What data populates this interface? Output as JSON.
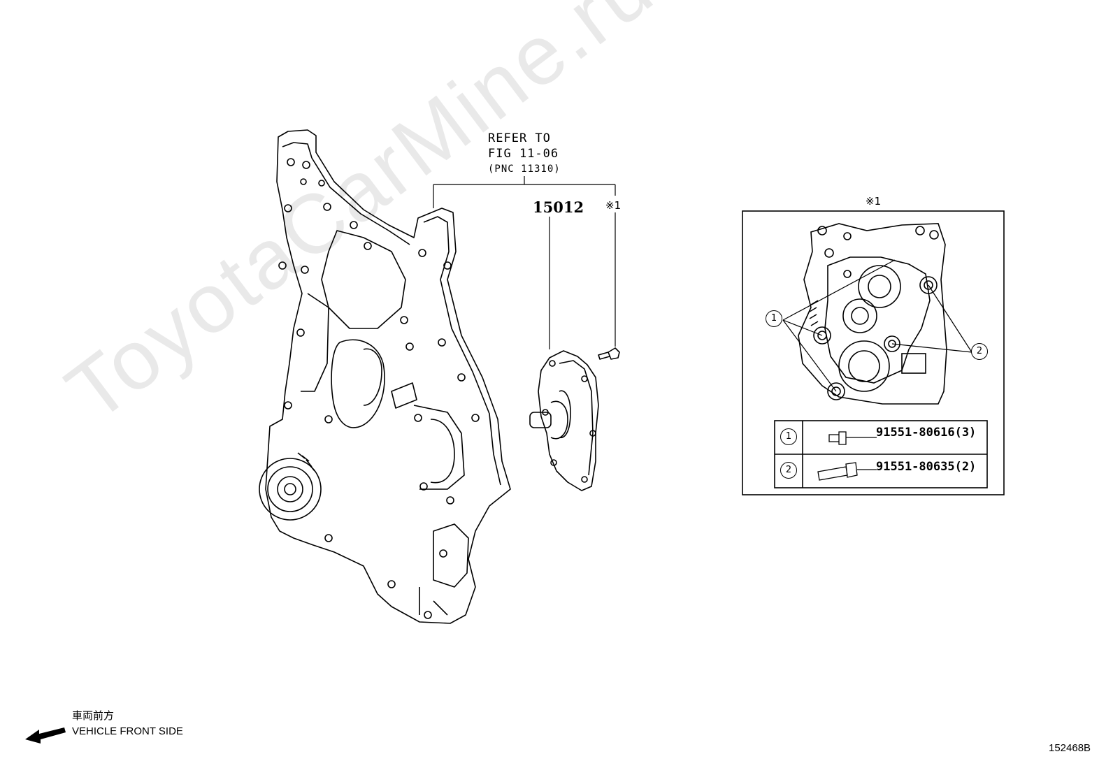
{
  "watermark": "ToyotaCarMine.ru",
  "callout": {
    "refer_line1": "REFER TO",
    "refer_line2": "FIG 11-06",
    "refer_line3": "(PNC 11310)"
  },
  "part_number": "15012",
  "note_mark": "※1",
  "detail": {
    "title": "※1",
    "legend": [
      {
        "marker": "1",
        "part_no": "91551-80616(3)"
      },
      {
        "marker": "2",
        "part_no": "91551-80635(2)"
      }
    ]
  },
  "orientation": {
    "label_jp": "車両前方",
    "label_en": "VEHICLE FRONT SIDE"
  },
  "figure_id": "152468B"
}
